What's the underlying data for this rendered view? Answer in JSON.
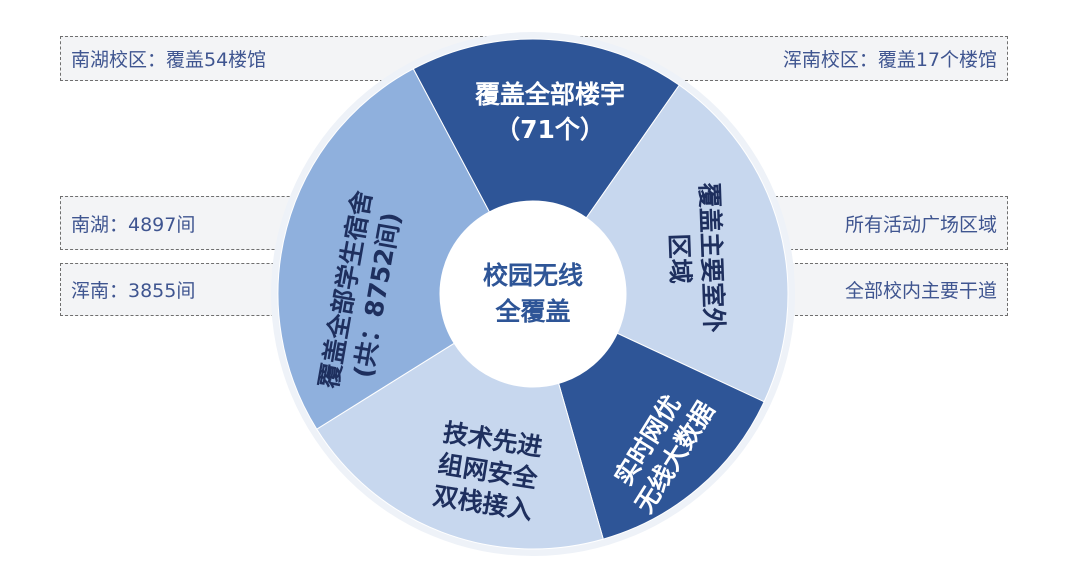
{
  "colors": {
    "dark": "#2e5597",
    "medium": "#8fb0dd",
    "light": "#c7d7ee",
    "inner": "#ffffff",
    "center_text": "#2e5597",
    "dark_text": "#1e2f5e",
    "label_text": "#3f5590"
  },
  "labels": {
    "nanhu_campus": "南湖校区：覆盖54楼馆",
    "hunnan_campus": "浑南校区：覆盖17个楼馆",
    "nanhu_dorms": "南湖：4897间",
    "hunnan_dorms": "浑南：3855间",
    "squares": "所有活动广场区域",
    "roads": "全部校内主要干道"
  },
  "center": {
    "line1": "校园无线",
    "line2": "全覆盖"
  },
  "segments": [
    {
      "name": "buildings",
      "start": 332,
      "end": 395,
      "tone": "dark",
      "lines": [
        "覆盖全部楼宇",
        "（71个）"
      ]
    },
    {
      "name": "outdoor",
      "start": 35,
      "end": 115,
      "tone": "light",
      "lines": [
        "覆盖主要室外",
        "区域"
      ]
    },
    {
      "name": "bigdata",
      "start": 115,
      "end": 164,
      "tone": "dark",
      "lines": [
        "实时网优",
        "无线大数据"
      ]
    },
    {
      "name": "technology",
      "start": 164,
      "end": 238,
      "tone": "light",
      "lines": [
        "技术先进",
        "组网安全",
        "双栈接入"
      ]
    },
    {
      "name": "dorms",
      "start": 238,
      "end": 332,
      "tone": "medium",
      "lines": [
        "覆盖全部学生宿舍",
        "(共：8752间)"
      ]
    }
  ]
}
